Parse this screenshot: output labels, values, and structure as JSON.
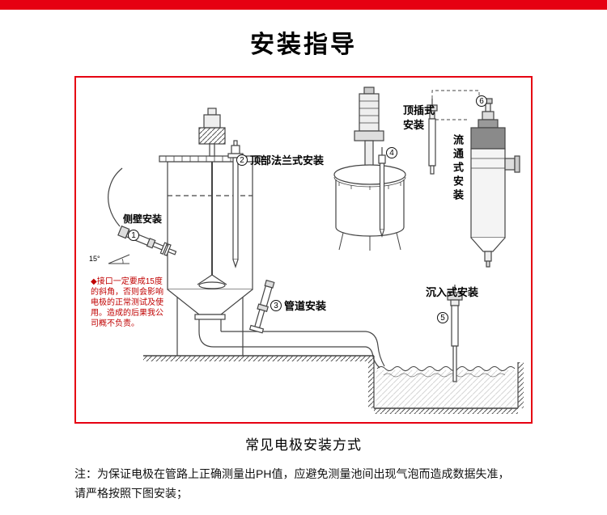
{
  "header": {
    "title": "安装指导"
  },
  "diagram": {
    "caption": "常见电极安装方式",
    "labels": {
      "side_wall": {
        "num": "1",
        "text": "侧壁安装"
      },
      "top_flange": {
        "num": "2",
        "text": "顶部法兰式安装"
      },
      "pipeline": {
        "num": "3",
        "text": "管道安装"
      },
      "top_insert": {
        "num": "4",
        "text": "顶插式安装"
      },
      "submerged": {
        "num": "5",
        "text": "沉入式安装"
      },
      "flow_through": {
        "num": "6",
        "text": "流通式安装"
      },
      "angle_note": "15°",
      "warning": "◆接口一定要成15度的斜角，否则会影响电极的正常测试及使用。造成的后果我公司概不负责。"
    }
  },
  "footer": {
    "note_line1": "注：为保证电极在管路上正确测量出PH值，应避免测量池间出现气泡而造成数据失准，",
    "note_line2": "请严格按照下图安装；"
  },
  "colors": {
    "accent_red": "#e60012",
    "warning_text": "#c00000"
  }
}
